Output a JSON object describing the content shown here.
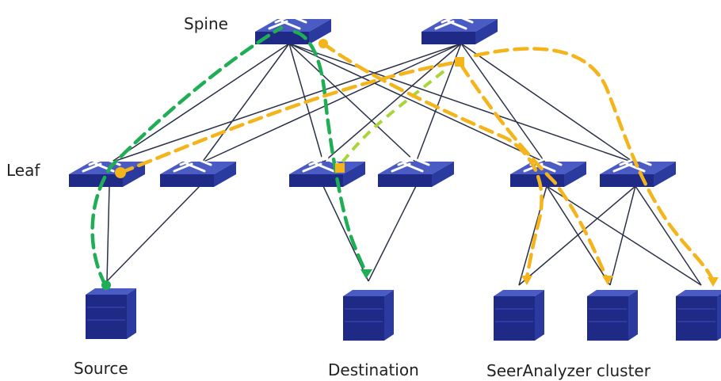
{
  "labels": {
    "spine": "Spine",
    "leaf": "Leaf",
    "source": "Source",
    "destination": "Destination",
    "cluster": "SeerAnalyzer cluster"
  },
  "colors": {
    "device_top": "#3d4fb8",
    "device_front": "#1f2a86",
    "device_side": "#2b3a9e",
    "link": "#2a3148",
    "green_path": "#1fae55",
    "orange_path": "#f3b41c",
    "lime_path": "#a8d63a"
  },
  "icons": {
    "switch": "switch-icon",
    "server": "server-icon"
  }
}
